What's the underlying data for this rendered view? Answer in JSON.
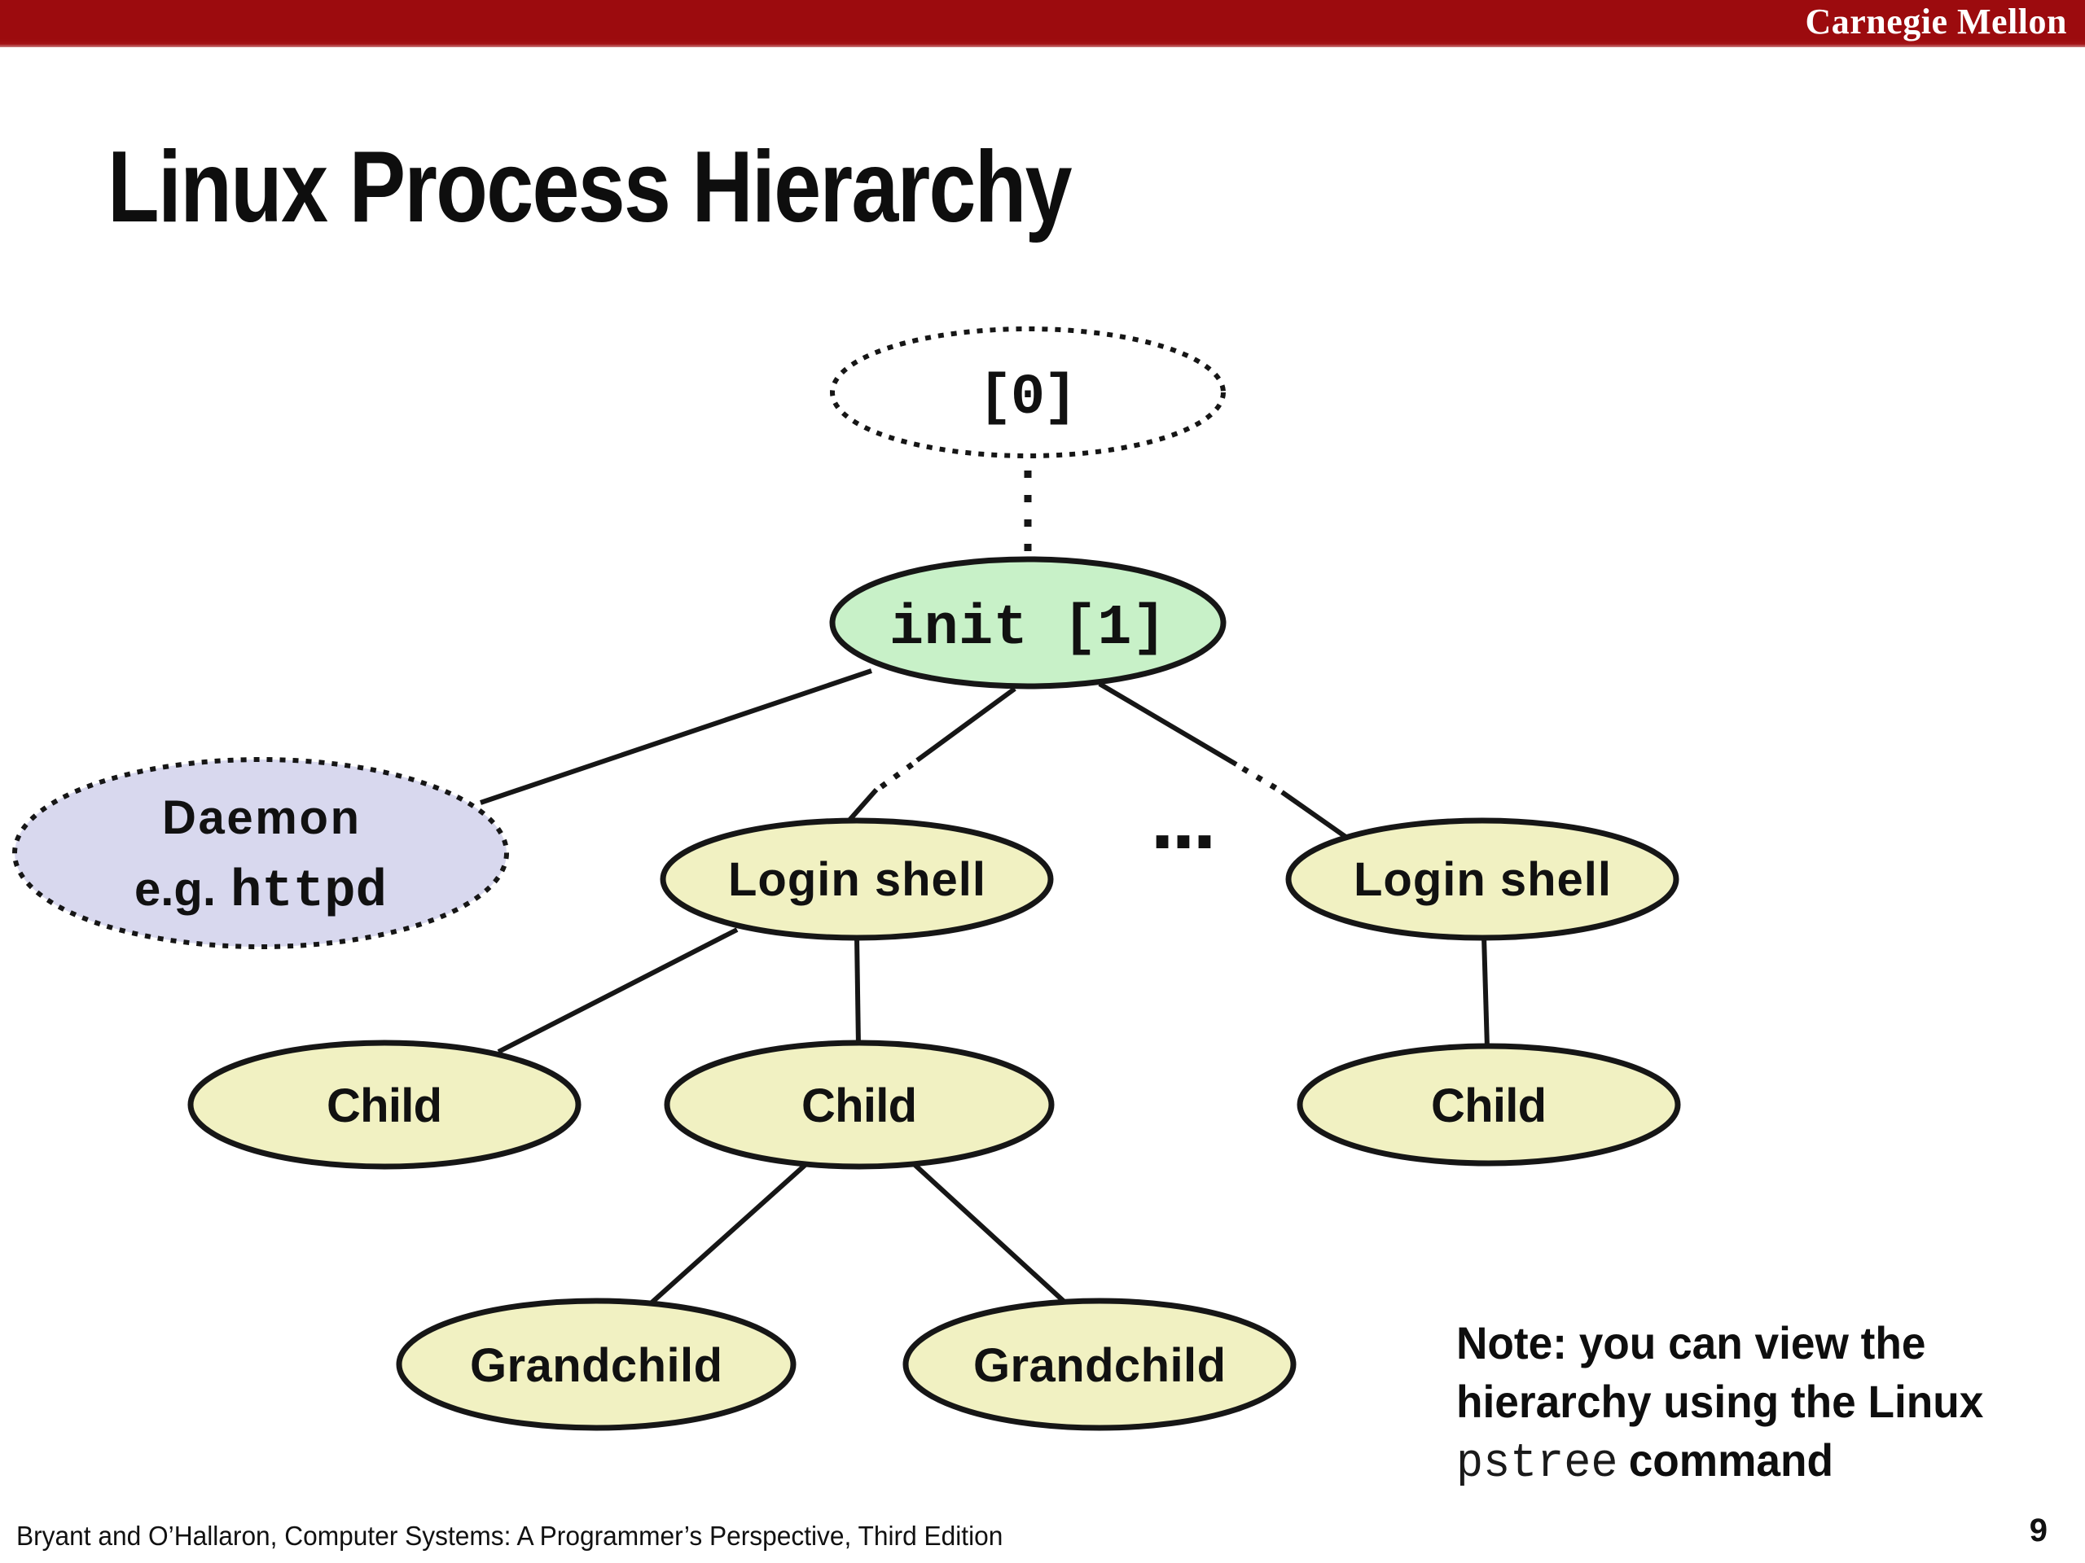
{
  "header": {
    "brand": "Carnegie Mellon",
    "bar_color": "#9c0b0e"
  },
  "slide": {
    "title": "Linux Process Hierarchy"
  },
  "diagram": {
    "colors": {
      "stroke": "#161616",
      "root_fill": "#ffffff",
      "init_fill": "#c8f1c8",
      "shell_fill": "#f1f1c2",
      "daemon_fill": "#d8d8ee"
    },
    "nodes": {
      "pid0": {
        "label": "[0]"
      },
      "init": {
        "label": "init [1]"
      },
      "daemon": {
        "line1": "Daemon",
        "line2_prefix": "e.g.",
        "line2_cmd": "httpd"
      },
      "login_shell_left": {
        "label": "Login shell"
      },
      "login_shell_right": {
        "label": "Login shell"
      },
      "child_left": {
        "label": "Child"
      },
      "child_middle": {
        "label": "Child"
      },
      "child_right": {
        "label": "Child"
      },
      "grandchild_left": {
        "label": "Grandchild"
      },
      "grandchild_right": {
        "label": "Grandchild"
      }
    },
    "ellipsis": "...",
    "edges": [
      {
        "from": "pid0",
        "to": "init",
        "style": "dotted"
      },
      {
        "from": "init",
        "to": "daemon",
        "style": "solid"
      },
      {
        "from": "init",
        "to": "login_shell_left",
        "style": "solid-with-break"
      },
      {
        "from": "init",
        "to": "login_shell_right",
        "style": "solid-with-break"
      },
      {
        "from": "login_shell_left",
        "to": "child_left",
        "style": "solid"
      },
      {
        "from": "login_shell_left",
        "to": "child_middle",
        "style": "solid"
      },
      {
        "from": "login_shell_right",
        "to": "child_right",
        "style": "solid"
      },
      {
        "from": "child_middle",
        "to": "grandchild_left",
        "style": "solid"
      },
      {
        "from": "child_middle",
        "to": "grandchild_right",
        "style": "solid"
      }
    ]
  },
  "note": {
    "line1": "Note: you can view the",
    "line2": "hierarchy using the Linux",
    "command": "pstree",
    "line3_rest": "command"
  },
  "footer": {
    "attribution": "Bryant and O’Hallaron, Computer Systems: A Programmer’s Perspective, Third Edition",
    "page_number": "9"
  }
}
